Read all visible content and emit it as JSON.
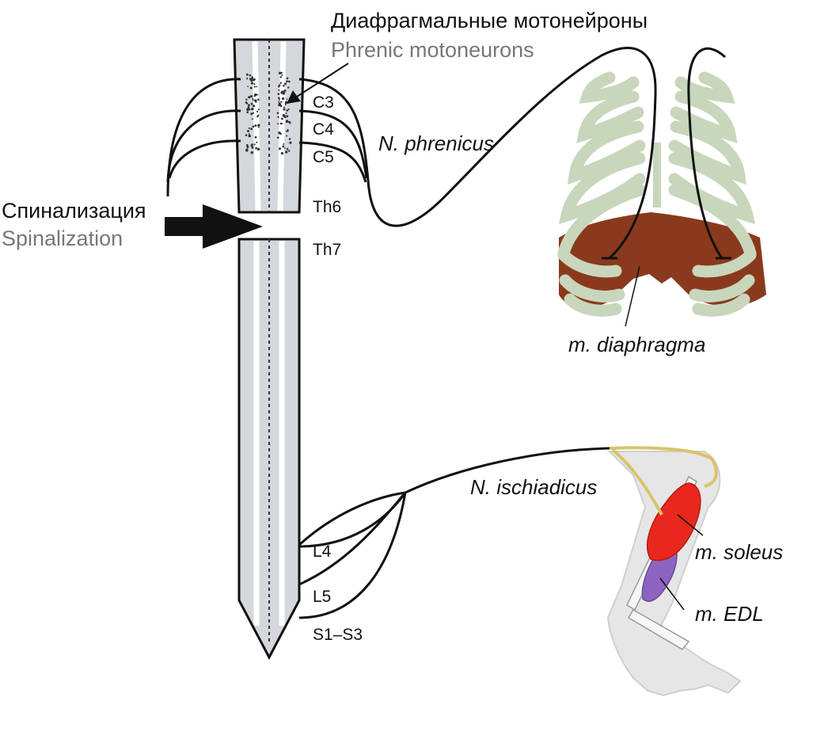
{
  "header": {
    "title_ru": "Диафрагмальные мотонейроны",
    "title_en": "Phrenic motoneurons"
  },
  "spinalization": {
    "label_ru": "Спинализация",
    "label_en": "Spinalization"
  },
  "segments": {
    "c3": "C3",
    "c4": "C4",
    "c5": "C5",
    "th6": "Th6",
    "th7": "Th7",
    "l4": "L4",
    "l5": "L5",
    "s1s3": "S1–S3"
  },
  "nerves": {
    "phrenicus": "N. phrenicus",
    "ischiadicus": "N. ischiadicus"
  },
  "muscles": {
    "diaphragma": "m. diaphragma",
    "soleus": "m. soleus",
    "edl": "m. EDL"
  },
  "colors": {
    "cord_fill": "#d4d7dc",
    "outline": "#111111",
    "ribs": "#c8d6bc",
    "diaphragm": "#8a3a1c",
    "soleus": "#e8281c",
    "edl": "#8c64c0",
    "nerve_branch": "#d8c46a",
    "limb": "#cfcfcf",
    "secondary_text": "#777777"
  }
}
